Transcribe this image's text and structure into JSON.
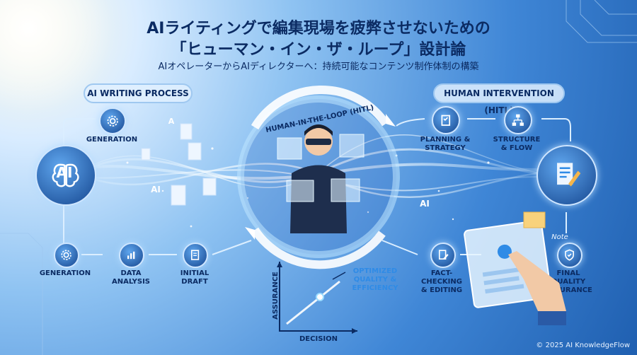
{
  "title": {
    "line1": "AIライティングで編集現場を疲弊させないための",
    "line2": "「ヒューマン・イン・ザ・ループ」設計論",
    "subtitle": "AIオペレーターからAIディレクターへ：持続可能なコンテンツ制作体制の構築"
  },
  "left_panel": {
    "heading": "AI WRITING PROCESS",
    "hub_label": "AI",
    "steps": {
      "generation_top": "GENERATION",
      "generation_bottom": "GENERATION",
      "data_analysis": "DATA\nANALYSIS",
      "initial_draft": "INITIAL\nDRAFT"
    }
  },
  "center": {
    "ring_label": "HUMAN-IN-THE-LOOP (HITL)"
  },
  "right_panel": {
    "heading": "HUMAN INTERVENTION (HITL)",
    "steps": {
      "planning": "PLANNING &\nSTRATEGY",
      "structure": "STRUCTURE\n& FLOW",
      "fact_check": "FACT-\nCHECKING\n& EDITING",
      "final_qa": "FINAL\nQUALITY\nASSURANCE"
    },
    "note_label": "Note"
  },
  "mini_chart": {
    "ylabel": "ASSURANCE",
    "xlabel": "DECISION",
    "annotation": "OPTIMIZED\nQUALITY &\nEFFICIENCY"
  },
  "stream_labels": [
    "A",
    "AI",
    "AI"
  ],
  "footer": {
    "copyright": "© 2025 AI KnowledgeFlow"
  },
  "colors": {
    "navy": "#0b2b63",
    "glow": "#bfe6ff",
    "accent": "#2f8be6"
  },
  "icons": [
    "gear-icon",
    "brain-icon",
    "chart-icon",
    "document-icon",
    "clipboard-icon",
    "flowchart-icon",
    "edit-document-icon",
    "shield-check-icon",
    "hand-pointer-icon"
  ]
}
